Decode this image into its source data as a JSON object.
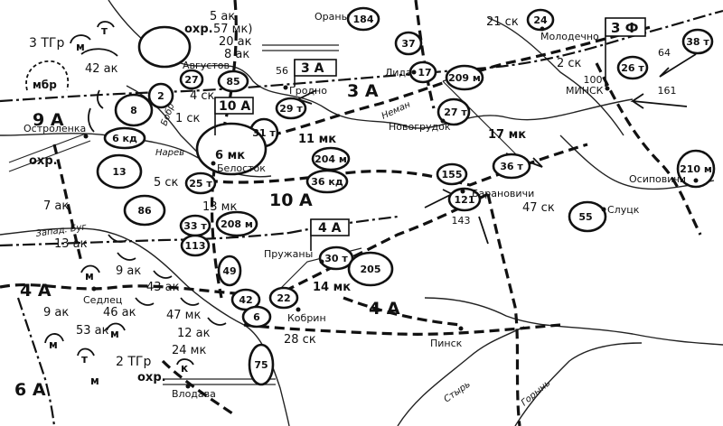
{
  "map": {
    "army_labels": [
      {
        "id": "9a",
        "text": "9 А"
      },
      {
        "id": "10a",
        "text": "10 А"
      },
      {
        "id": "3a",
        "text": "3 А"
      },
      {
        "id": "4a-center",
        "text": "4 А"
      },
      {
        "id": "4a-west",
        "text": "4 А"
      },
      {
        "id": "6a",
        "text": "6 А"
      },
      {
        "id": "3tgr",
        "text": "3 ТГр"
      },
      {
        "id": "2tgr",
        "text": "2 ТГр"
      }
    ],
    "hq_flags": [
      {
        "id": "3a",
        "text": "3 А"
      },
      {
        "id": "10a",
        "text": "10 А"
      },
      {
        "id": "4a",
        "text": "4 А"
      },
      {
        "id": "3f",
        "text": "3 Ф"
      }
    ],
    "corps_labels": [
      {
        "id": "5ak",
        "text": "5 ак"
      },
      {
        "id": "57mk",
        "text": "57 мк)"
      },
      {
        "id": "20ak",
        "text": "20 ак"
      },
      {
        "id": "8ak",
        "text": "8 ак"
      },
      {
        "id": "42ak",
        "text": "42 ак"
      },
      {
        "id": "4sk",
        "text": "4 ск"
      },
      {
        "id": "1sk",
        "text": "1 ск"
      },
      {
        "id": "11mk",
        "text": "11 мк"
      },
      {
        "id": "6mk",
        "text": "6 мк"
      },
      {
        "id": "5sk",
        "text": "5 ск"
      },
      {
        "id": "13mk",
        "text": "13 мк"
      },
      {
        "id": "7ak",
        "text": "7 ак"
      },
      {
        "id": "13ak",
        "text": "13 ак"
      },
      {
        "id": "9ak-a",
        "text": "9 ак"
      },
      {
        "id": "43ak",
        "text": "43 ак"
      },
      {
        "id": "14mk",
        "text": "14 мк"
      },
      {
        "id": "9ak-b",
        "text": "9 ак"
      },
      {
        "id": "46ak",
        "text": "46 ак"
      },
      {
        "id": "47mk",
        "text": "47 мк"
      },
      {
        "id": "53ak",
        "text": "53 ак"
      },
      {
        "id": "12ak",
        "text": "12 ак"
      },
      {
        "id": "24mk",
        "text": "24 мк"
      },
      {
        "id": "28sk",
        "text": "28 ск"
      },
      {
        "id": "21sk",
        "text": "21 ск"
      },
      {
        "id": "2sk",
        "text": "2 ск"
      },
      {
        "id": "17mk",
        "text": "17 мк"
      },
      {
        "id": "47sk",
        "text": "47 ск"
      }
    ],
    "unit_labels": [
      {
        "id": "184",
        "text": "184"
      },
      {
        "id": "24",
        "text": "24"
      },
      {
        "id": "37",
        "text": "37"
      },
      {
        "id": "17",
        "text": "17"
      },
      {
        "id": "209m",
        "text": "209 м"
      },
      {
        "id": "27t",
        "text": "27 т"
      },
      {
        "id": "26t",
        "text": "26 т"
      },
      {
        "id": "38t",
        "text": "38 т"
      },
      {
        "id": "100",
        "text": "100"
      },
      {
        "id": "64",
        "text": "64"
      },
      {
        "id": "161",
        "text": "161"
      },
      {
        "id": "85",
        "text": "85"
      },
      {
        "id": "27",
        "text": "27"
      },
      {
        "id": "56",
        "text": "56"
      },
      {
        "id": "29t",
        "text": "29 т"
      },
      {
        "id": "2",
        "text": "2"
      },
      {
        "id": "8",
        "text": "8"
      },
      {
        "id": "6kd",
        "text": "6 кд"
      },
      {
        "id": "31t",
        "text": "31 т"
      },
      {
        "id": "204m",
        "text": "204 м"
      },
      {
        "id": "36kd",
        "text": "36 кд"
      },
      {
        "id": "155",
        "text": "155"
      },
      {
        "id": "121",
        "text": "121"
      },
      {
        "id": "143",
        "text": "143"
      },
      {
        "id": "36t",
        "text": "36 т"
      },
      {
        "id": "210m",
        "text": "210 м"
      },
      {
        "id": "55",
        "text": "55"
      },
      {
        "id": "13",
        "text": "13"
      },
      {
        "id": "25t",
        "text": "25 т"
      },
      {
        "id": "86",
        "text": "86"
      },
      {
        "id": "33t",
        "text": "33 т"
      },
      {
        "id": "208m",
        "text": "208 м"
      },
      {
        "id": "113",
        "text": "113"
      },
      {
        "id": "49",
        "text": "49"
      },
      {
        "id": "30t",
        "text": "30 т"
      },
      {
        "id": "205",
        "text": "205"
      },
      {
        "id": "42",
        "text": "42"
      },
      {
        "id": "22",
        "text": "22"
      },
      {
        "id": "6",
        "text": "6"
      },
      {
        "id": "75",
        "text": "75"
      }
    ],
    "enemy_labels": [
      {
        "id": "mbr",
        "text": "мбр"
      },
      {
        "id": "m1",
        "text": "м"
      },
      {
        "id": "t1",
        "text": "т"
      },
      {
        "id": "m-sedlec",
        "text": "м"
      },
      {
        "id": "m-53",
        "text": "м"
      },
      {
        "id": "m-west",
        "text": "м"
      },
      {
        "id": "t-2tgr",
        "text": "т"
      },
      {
        "id": "m-2tgr",
        "text": "м"
      },
      {
        "id": "k-wlodawa",
        "text": "к"
      }
    ],
    "place_labels": [
      {
        "id": "orany",
        "text": "Ораны"
      },
      {
        "id": "molodechno",
        "text": "Молодечно"
      },
      {
        "id": "avgustov",
        "text": "Августов"
      },
      {
        "id": "grodno",
        "text": "Гродно"
      },
      {
        "id": "lida",
        "text": "Лида"
      },
      {
        "id": "minsk",
        "text": "МИНСК"
      },
      {
        "id": "ostrolenka",
        "text": "Остроленка"
      },
      {
        "id": "novogrudok",
        "text": "Новогрудок"
      },
      {
        "id": "belostok",
        "text": "Белосток"
      },
      {
        "id": "baranovichi",
        "text": "Барановичи"
      },
      {
        "id": "osipovichi",
        "text": "Осиповичи"
      },
      {
        "id": "slutsk",
        "text": "Слуцк"
      },
      {
        "id": "pruzhany",
        "text": "Пружаны"
      },
      {
        "id": "sedlec",
        "text": "Седлец"
      },
      {
        "id": "kobrin",
        "text": "Кобрин"
      },
      {
        "id": "pinsk",
        "text": "Пинск"
      },
      {
        "id": "vlodava",
        "text": "Влодава"
      }
    ],
    "river_labels": [
      {
        "id": "bobr",
        "text": "Бобр"
      },
      {
        "id": "narev",
        "text": "Нарев"
      },
      {
        "id": "neman",
        "text": "Неман"
      },
      {
        "id": "zapbug",
        "text": "Запад. Буг"
      },
      {
        "id": "styr",
        "text": "Стырь"
      },
      {
        "id": "goryn",
        "text": "Горынь"
      }
    ],
    "misc_labels": [
      {
        "id": "okhr-top",
        "text": "охр."
      },
      {
        "id": "okhr-west",
        "text": "охр."
      },
      {
        "id": "okhr-bottom",
        "text": "охр."
      }
    ]
  }
}
